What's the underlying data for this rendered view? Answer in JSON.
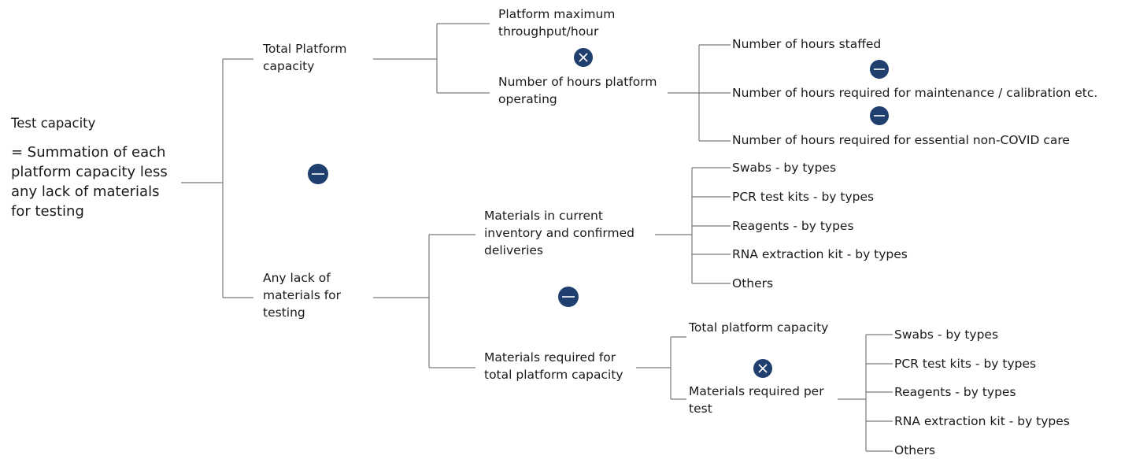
{
  "root": {
    "title": "Test capacity",
    "description": "= Summation of each\nplatform capacity less\nany lack of materials\nfor testing"
  },
  "level1": {
    "total_platform_capacity": "Total Platform\ncapacity",
    "lack_of_materials": "Any lack of\nmaterials for\ntesting"
  },
  "capacity_branch": {
    "max_throughput": "Platform maximum\nthroughput/hour",
    "hours_operating": "Number of hours platform\noperating",
    "hours_staffed": "Number of hours staffed",
    "hours_maintenance": "Number of hours required for maintenance  / calibration etc.",
    "hours_noncovid": "Number of hours required for essential non-COVID care"
  },
  "materials_branch": {
    "inventory": "Materials in current\ninventory and confirmed\ndeliveries",
    "required": "Materials required for\ntotal platform capacity",
    "inventory_items": [
      "Swabs  - by types",
      "PCR test kits  - by types",
      "Reagents  - by types",
      "RNA extraction kit  - by types",
      "Others"
    ],
    "req_total_capacity": "Total platform capacity",
    "req_per_test": "Materials required per\ntest",
    "per_test_items": [
      "Swabs  - by types",
      "PCR test kits  - by types",
      "Reagents - by types",
      "RNA extraction kit  - by types",
      "Others"
    ]
  },
  "operators": {
    "minus": "minus",
    "times": "multiply"
  }
}
